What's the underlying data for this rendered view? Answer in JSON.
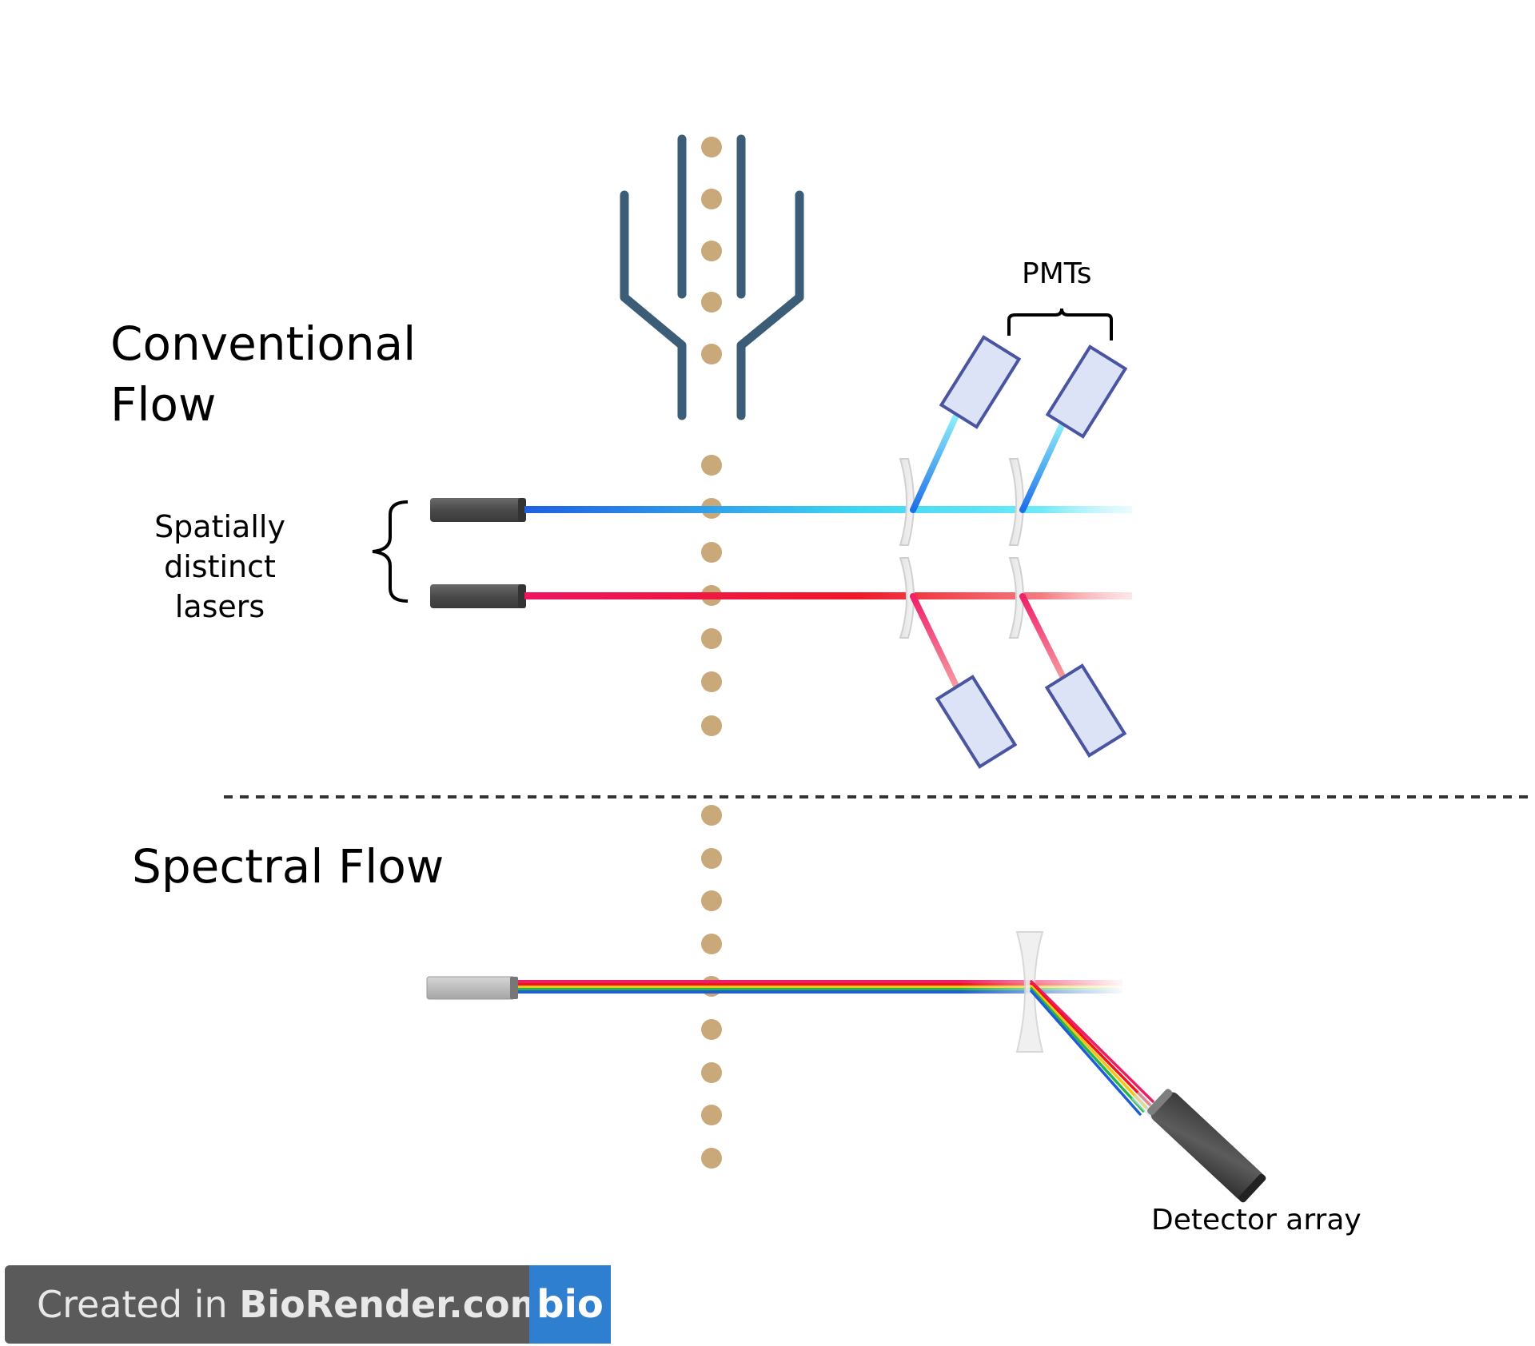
{
  "sections": {
    "conventional_title_line1": "Conventional",
    "conventional_title_line2": "Flow",
    "spectral_title": "Spectral Flow"
  },
  "labels": {
    "pmts": "PMTs",
    "lasers_line1": "Spatially distinct",
    "lasers_line2": "lasers",
    "detector": "Detector array"
  },
  "brand": {
    "prefix": "Created in ",
    "name": "BioRender.com",
    "logo": "bio"
  },
  "colors": {
    "particle": "#c9a87a",
    "nozzle": "#3b5d77",
    "laser_blue": "#1f6fe8",
    "laser_cyan": "#4fe0f5",
    "laser_red": "#ee1d3a",
    "pmt_fill": "#dde3f6",
    "pmt_stroke": "#4a55a2",
    "brand_grey": "#5a5a5a",
    "brand_blue": "#2f7fd0"
  }
}
